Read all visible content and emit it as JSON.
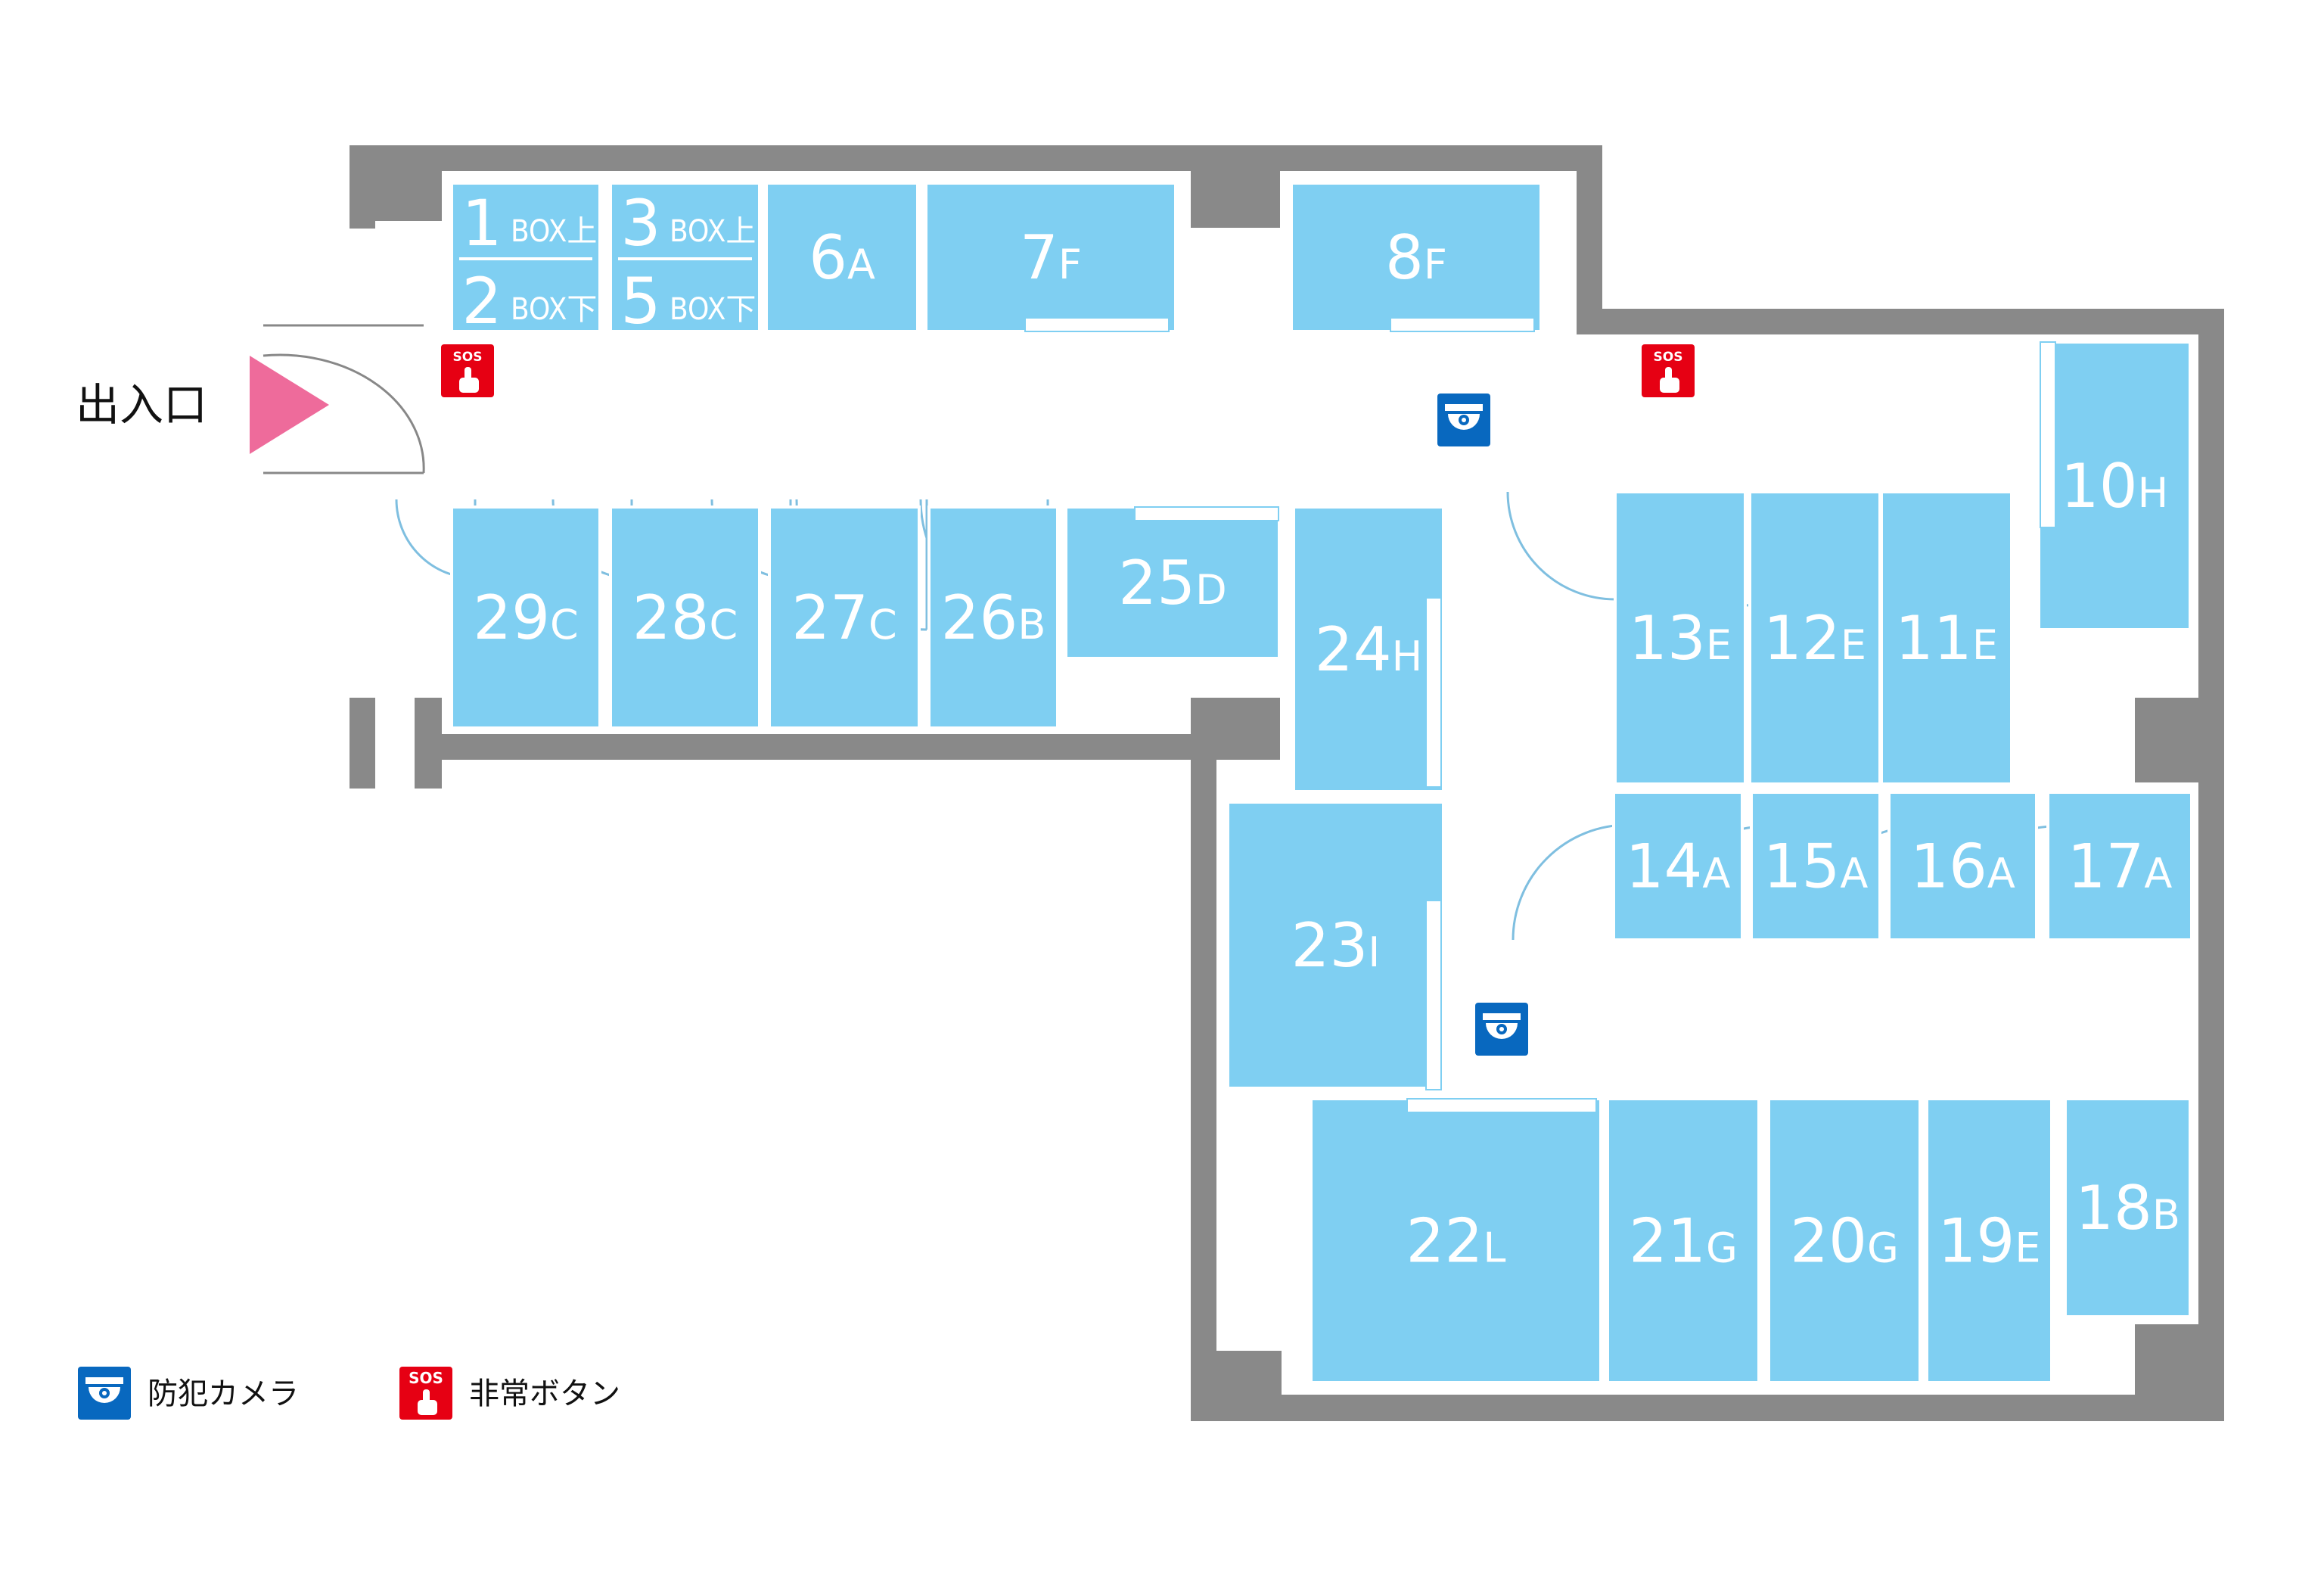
{
  "colors": {
    "wall": "#898989",
    "unit_fill": "#7fcff2",
    "door_line": "#7fbfe0",
    "entrance_arrow": "#ee6b9b",
    "camera_bg": "#0868bf",
    "sos_bg": "#e60013"
  },
  "entrance": {
    "label": "出入口",
    "icon": "entrance-arrow"
  },
  "box_units": [
    {
      "top_number": "1",
      "top_label": "BOX上",
      "bottom_number": "2",
      "bottom_label": "BOX下"
    },
    {
      "top_number": "3",
      "top_label": "BOX上",
      "bottom_number": "5",
      "bottom_label": "BOX下"
    }
  ],
  "units": [
    {
      "number": "6",
      "type": "A"
    },
    {
      "number": "7",
      "type": "F"
    },
    {
      "number": "8",
      "type": "F"
    },
    {
      "number": "10",
      "type": "H"
    },
    {
      "number": "11",
      "type": "E"
    },
    {
      "number": "12",
      "type": "E"
    },
    {
      "number": "13",
      "type": "E"
    },
    {
      "number": "14",
      "type": "A"
    },
    {
      "number": "15",
      "type": "A"
    },
    {
      "number": "16",
      "type": "A"
    },
    {
      "number": "17",
      "type": "A"
    },
    {
      "number": "18",
      "type": "B"
    },
    {
      "number": "19",
      "type": "E"
    },
    {
      "number": "20",
      "type": "G"
    },
    {
      "number": "21",
      "type": "G"
    },
    {
      "number": "22",
      "type": "L"
    },
    {
      "number": "23",
      "type": "I"
    },
    {
      "number": "24",
      "type": "H"
    },
    {
      "number": "25",
      "type": "D"
    },
    {
      "number": "26",
      "type": "B"
    },
    {
      "number": "27",
      "type": "C"
    },
    {
      "number": "28",
      "type": "C"
    },
    {
      "number": "29",
      "type": "C"
    }
  ],
  "map_icons": [
    {
      "kind": "sos",
      "text": "SOS",
      "icon": "sos-button-icon"
    },
    {
      "kind": "sos",
      "text": "SOS",
      "icon": "sos-button-icon"
    },
    {
      "kind": "camera",
      "icon": "security-camera-icon"
    },
    {
      "kind": "camera",
      "icon": "security-camera-icon"
    }
  ],
  "legend": [
    {
      "icon": "security-camera-icon",
      "label": "防犯カメラ"
    },
    {
      "icon": "sos-button-icon",
      "label": "非常ボタン",
      "text": "SOS"
    }
  ]
}
